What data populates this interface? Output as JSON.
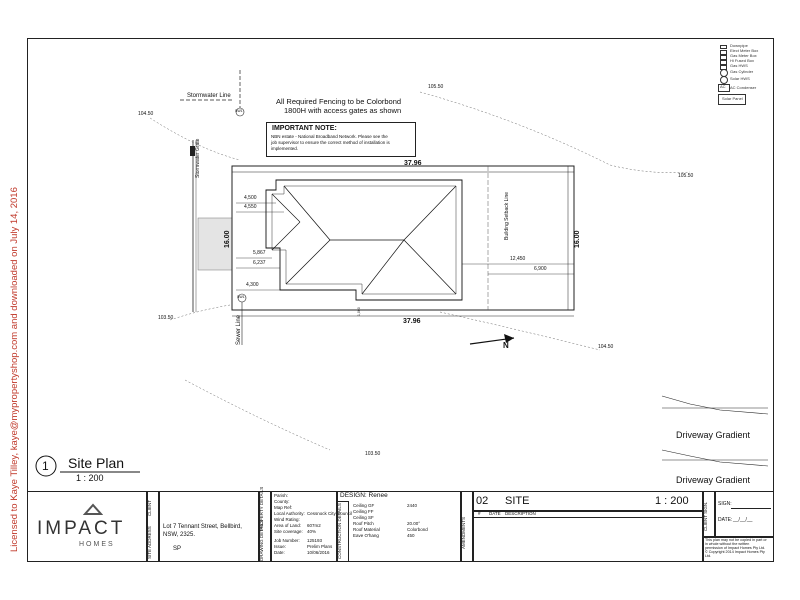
{
  "watermark": "Licensed to Kaye Tilley, kaye@mypropertyshop.com and downloaded on July 14, 2016",
  "plan": {
    "stormwater_line": "Stormwater Line",
    "stormwater_grate": "Stormwater Grate",
    "sewer_line": "Sewer Line",
    "building_setback_line": "Building Setback Line",
    "pit_label": "SW1",
    "pit_label_2": "SW1",
    "fence_note_line1": "All Required Fencing to be Colorbond",
    "fence_note_line2": "1800H with access gates as shown",
    "important_title": "IMPORTANT NOTE:",
    "important_body_line1": "NBN estate - National Broadband Network. Please see the",
    "important_body_line2": "job supervisor to ensure the correct method of installation is",
    "important_body_line3": "implemented.",
    "dim_top": "37.96",
    "dim_bottom": "37.96",
    "dim_left": "16.00",
    "dim_right": "16.00",
    "dim_a": "4,500",
    "dim_b": "4,550",
    "dim_c": "5,867",
    "dim_d": "6,237",
    "dim_e": "4,300",
    "dim_f": "12,450",
    "dim_g": "6,900",
    "dim_h": "1,000",
    "levels": [
      "104.50",
      "105.50",
      "105.50",
      "103.50",
      "104.50",
      "103.50"
    ],
    "north": "N"
  },
  "legend": {
    "items": [
      "Downpipe",
      "Elect Meter Box",
      "Gas Meter Box",
      "Hi Fused Box",
      "Gas HWS",
      "Gas Cylinder",
      "Solar HWS",
      "AC Condenser",
      "Solar Panel"
    ],
    "ac_label": "AC",
    "ac_condenser": "AC Condenser",
    "solar_panel": "Solar Panel"
  },
  "gradients": {
    "title1": "Driveway Gradient",
    "title2": "Driveway Gradient"
  },
  "site_plan": {
    "number": "1",
    "title": "Site Plan",
    "scale": "1 : 200"
  },
  "title_block": {
    "logo_name": "IMPACT",
    "logo_sub": "HOMES",
    "client_label": "CLIENT",
    "site_address_label": "SITE ADDRESS",
    "address_line1": "Lot 7 Tennant Street, Bellbird,",
    "address_line2": "NSW, 2325.",
    "sp": "SP",
    "property_details_label": "PROPERTY DETAILS",
    "drawing_details_label": "DRAWING DETAILS",
    "prop_keys": [
      "Parish:",
      "County:",
      "Map Ref:",
      "Local Authority:",
      "Wind Rating:",
      "Area of Land:",
      "Site coverage:"
    ],
    "prop_vals": [
      "",
      "",
      "",
      "Cessnock City Council",
      "",
      "607m2",
      "40%"
    ],
    "draw_keys": [
      "Job Number:",
      "Issue:",
      "Date:"
    ],
    "draw_vals": [
      "125193",
      "Prelim Plans",
      "10/06/2016"
    ],
    "design": "DESIGN: Renee",
    "construction_details_label": "CONSTRUCTION DETAILS",
    "cons_keys": [
      "Ceiling GF",
      "Ceiling FF",
      "Ceiling SF",
      "Roof Pitch",
      "Roof Material",
      "Eave O'hang"
    ],
    "cons_vals": [
      "2440",
      "",
      "",
      "20.00°",
      "Colorbond",
      "450"
    ],
    "amendments_label": "AMENDMENTS",
    "amend_cols": [
      "#",
      "DATE",
      "DESCRIPTION"
    ],
    "sheet_no": "02",
    "sheet_name": "SITE",
    "sheet_scale": "1 : 200",
    "client_sign_label": "CLIENT SIGN.",
    "sign_label": "SIGN:",
    "date_label": "DATE:",
    "date_value": "__/__/__",
    "copyright_line1": "This plan may not be copied in part or",
    "copyright_line2": "in whole without the written",
    "copyright_line3": "permission of Impact Homes Pty Ltd.",
    "copyright_line4": "© Copyright 2014 Impact Homes Pty",
    "copyright_line5": "Ltd."
  }
}
